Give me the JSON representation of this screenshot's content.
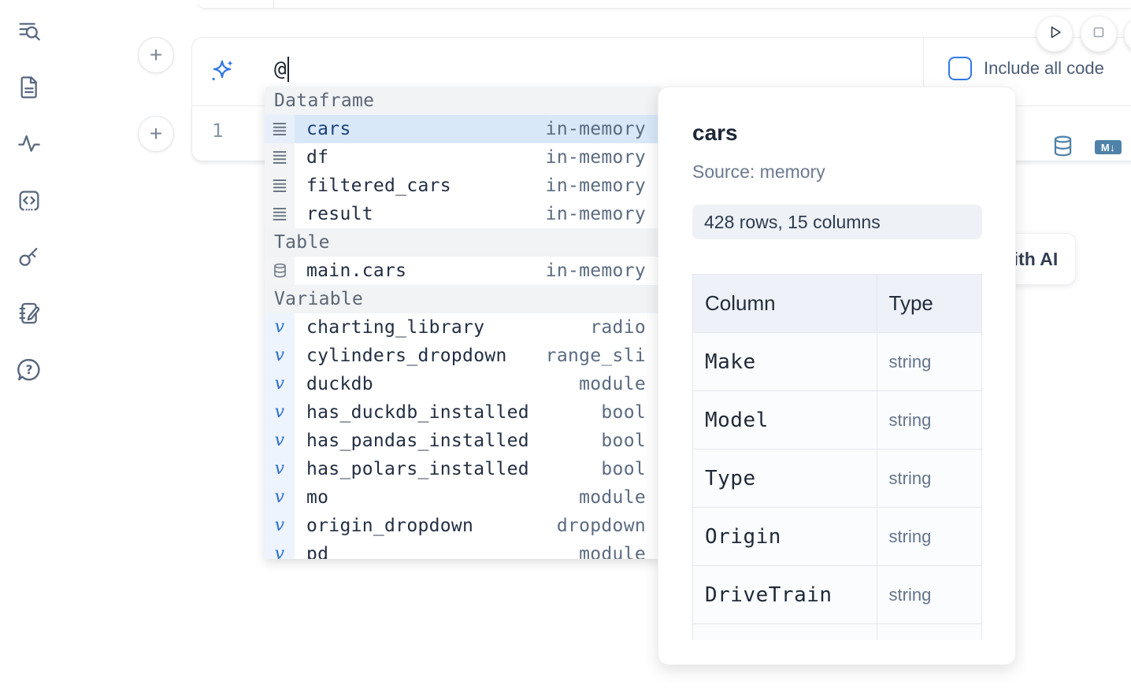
{
  "colors": {
    "accent_blue": "#3179e8",
    "selection_blue": "#d8e8f9",
    "steel_blue_icon": "#4e82a8"
  },
  "top_toolbar": {
    "include_all_code_label": "Include all code"
  },
  "ai_cell": {
    "prompt_value": "@"
  },
  "code_cell": {
    "line_number": "1",
    "markdown_badge": "M↓"
  },
  "generate_ai_button": {
    "label": "Generate with AI"
  },
  "autocomplete": {
    "sections": [
      {
        "label": "Dataframe",
        "items": [
          {
            "label": "cars",
            "detail": "in-memory"
          },
          {
            "label": "df",
            "detail": "in-memory"
          },
          {
            "label": "filtered_cars",
            "detail": "in-memory"
          },
          {
            "label": "result",
            "detail": "in-memory"
          }
        ]
      },
      {
        "label": "Table",
        "items": [
          {
            "label": "main.cars",
            "detail": "in-memory"
          }
        ]
      },
      {
        "label": "Variable",
        "items": [
          {
            "label": "charting_library",
            "detail": "radio"
          },
          {
            "label": "cylinders_dropdown",
            "detail": "range_sli"
          },
          {
            "label": "duckdb",
            "detail": "module"
          },
          {
            "label": "has_duckdb_installed",
            "detail": "bool"
          },
          {
            "label": "has_pandas_installed",
            "detail": "bool"
          },
          {
            "label": "has_polars_installed",
            "detail": "bool"
          },
          {
            "label": "mo",
            "detail": "module"
          },
          {
            "label": "origin_dropdown",
            "detail": "dropdown"
          },
          {
            "label": "pd",
            "detail": "module"
          }
        ]
      }
    ]
  },
  "preview_panel": {
    "title": "cars",
    "source_label": "Source: memory",
    "shape_label": "428 rows, 15 columns",
    "table": {
      "headers": [
        "Column",
        "Type"
      ],
      "rows": [
        {
          "column": "Make",
          "type": "string"
        },
        {
          "column": "Model",
          "type": "string"
        },
        {
          "column": "Type",
          "type": "string"
        },
        {
          "column": "Origin",
          "type": "string"
        },
        {
          "column": "DriveTrain",
          "type": "string"
        }
      ]
    }
  }
}
